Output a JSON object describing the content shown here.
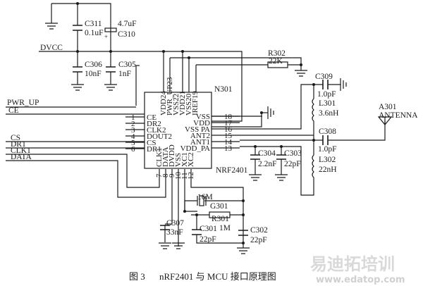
{
  "ic": {
    "ref": "N301",
    "part": "NRF2401",
    "left_pins": [
      {
        "num": "1",
        "name": "CE"
      },
      {
        "num": "2",
        "name": "DR2"
      },
      {
        "num": "3",
        "name": "CLK2"
      },
      {
        "num": "4",
        "name": "DOUT2"
      },
      {
        "num": "5",
        "name": "CS"
      },
      {
        "num": "6",
        "name": "DR1"
      }
    ],
    "bottom_pins": [
      {
        "num": "7",
        "name": "CLK1"
      },
      {
        "num": "8",
        "name": "DATA"
      },
      {
        "num": "9",
        "name": "DVDD"
      },
      {
        "num": "10",
        "name": "VSS"
      },
      {
        "num": "11",
        "name": "XC1"
      },
      {
        "num": "12",
        "name": "XC2"
      }
    ],
    "right_pins": [
      {
        "num": "18",
        "name": "VSS"
      },
      {
        "num": "17",
        "name": "VDD"
      },
      {
        "num": "16",
        "name": "VSS PA"
      },
      {
        "num": "15",
        "name": "ANT2"
      },
      {
        "num": "14",
        "name": "ANT1"
      },
      {
        "num": "13",
        "name": "VDD_PA"
      }
    ],
    "top_pins": [
      {
        "num": "24",
        "name": "VDD"
      },
      {
        "num": "23",
        "name": "PWR_UP"
      },
      {
        "num": "22",
        "name": "VSS"
      },
      {
        "num": "21",
        "name": "VDD"
      },
      {
        "num": "20",
        "name": "VSS"
      },
      {
        "num": "19",
        "name": "IREF"
      }
    ]
  },
  "nets": {
    "dvcc": "DVCC",
    "pwr_up": "PWR_UP",
    "ce": "CE",
    "cs": "CS",
    "dr1": "DR1",
    "clk1": "CLK1",
    "data": "DATA"
  },
  "components": {
    "c311": {
      "ref": "C311",
      "value": "0.1uF"
    },
    "c310": {
      "ref": "C310",
      "value": "4.7uF",
      "polarity": "+"
    },
    "c306": {
      "ref": "C306",
      "value": "10nF"
    },
    "c305": {
      "ref": "C305",
      "value": "1nF"
    },
    "r302": {
      "ref": "R302",
      "value": "22K"
    },
    "c309": {
      "ref": "C309",
      "value": "1.0pF"
    },
    "l301": {
      "ref": "L301",
      "value": "3.6nH"
    },
    "c308": {
      "ref": "C308",
      "value": "1.0pF"
    },
    "l302": {
      "ref": "L302",
      "value": "22nH"
    },
    "c304": {
      "ref": "C304",
      "value": "2.2nF"
    },
    "c303": {
      "ref": "C303",
      "value": "22pF"
    },
    "a301": {
      "ref": "A301",
      "value": "ANTENNA"
    },
    "g301": {
      "ref": "G301",
      "value": "16M"
    },
    "r301": {
      "ref": "R301",
      "value": "1M"
    },
    "c301": {
      "ref": "C301",
      "value": "22pF"
    },
    "c302": {
      "ref": "C302",
      "value": "22pF"
    },
    "c307": {
      "ref": "C307",
      "value": "33nF"
    }
  },
  "caption": {
    "figure": "图 3",
    "text": "nRF2401 与 MCU 接口原理图"
  },
  "watermark": {
    "brand": "易迪拓培训",
    "url": "www.edatop.com"
  }
}
